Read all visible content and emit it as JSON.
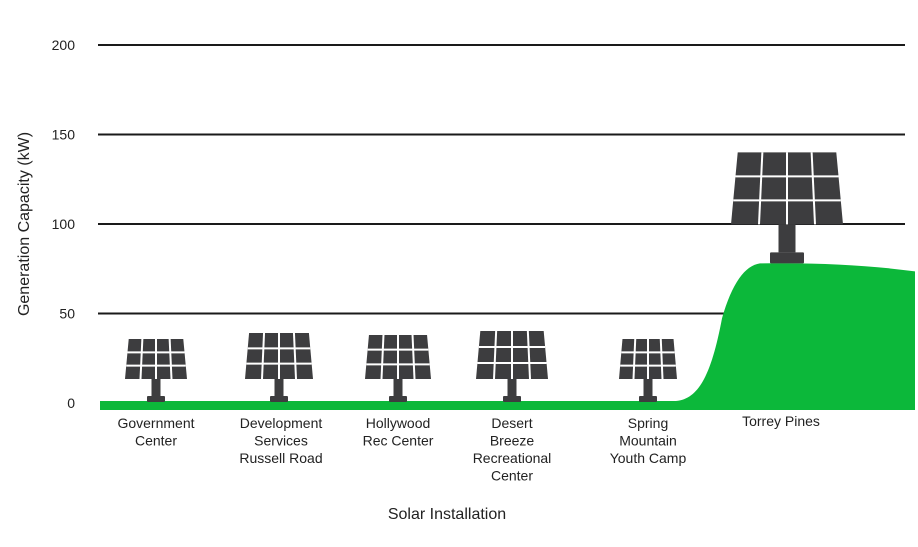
{
  "chart_data": {
    "type": "area",
    "categories": [
      [
        "Government",
        "Center"
      ],
      [
        "Development",
        "Services",
        "Russell Road"
      ],
      [
        "Hollywood",
        "Rec Center"
      ],
      [
        "Desert",
        "Breeze",
        "Recreational",
        "Center"
      ],
      [
        "Spring",
        "Mountain",
        "Youth Camp"
      ],
      [
        "Torrey Pines"
      ]
    ],
    "values": [
      0,
      0,
      0,
      0,
      0,
      78
    ],
    "xlabel": "Solar Installation",
    "ylabel": "Generation Capacity (kW)",
    "ylim": [
      0,
      200
    ],
    "yticks": [
      0,
      50,
      100,
      150,
      200
    ],
    "grid": true,
    "colors": {
      "area": "#0cb83a",
      "grid": "#1a1a1a",
      "panel": "#3d3d3f"
    },
    "icon": "solar-panel-icon"
  }
}
